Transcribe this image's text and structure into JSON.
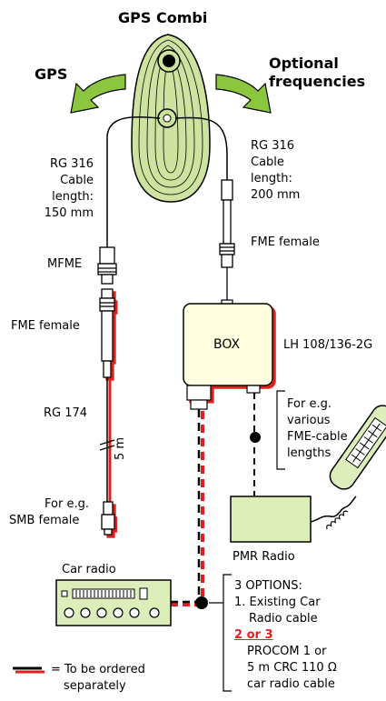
{
  "labels": {
    "gps_combi": "GPS Combi",
    "gps": "GPS",
    "optional_line1": "Optional",
    "optional_line2": "frequencies",
    "rg316_left": [
      "RG 316",
      "Cable",
      "length:",
      "150 mm"
    ],
    "rg316_right": [
      "RG 316",
      "Cable",
      "length:",
      "200 mm"
    ],
    "mfme": "MFME",
    "fme_female_right": "FME female",
    "fme_female_left": "FME female",
    "box": "BOX",
    "model": "LH 108/136-2G",
    "rg174": "RG 174",
    "five_m": "5 m",
    "for_eg_fme": [
      "For e.g.",
      "various",
      "FME-cable",
      "lengths"
    ],
    "for_eg_smb": [
      "For e.g.",
      "SMB female"
    ],
    "pmr_radio": "PMR Radio",
    "car_radio": "Car radio",
    "options_title": "3 OPTIONS:",
    "option1": [
      "1. Existing Car",
      "Radio cable"
    ],
    "option23_marker": "2 or 3",
    "option23": [
      "PROCOM 1 or",
      "5 m CRC 110 Ω",
      "car radio cable"
    ],
    "legend": [
      "= To be ordered",
      "separately"
    ]
  },
  "colors": {
    "antenna_fill": "#cfe3a0",
    "arrow_green": "#8cc63f",
    "box_fill": "#ffffe0",
    "radio_fill": "#ddeebb",
    "red_cable": "#e0201c"
  }
}
